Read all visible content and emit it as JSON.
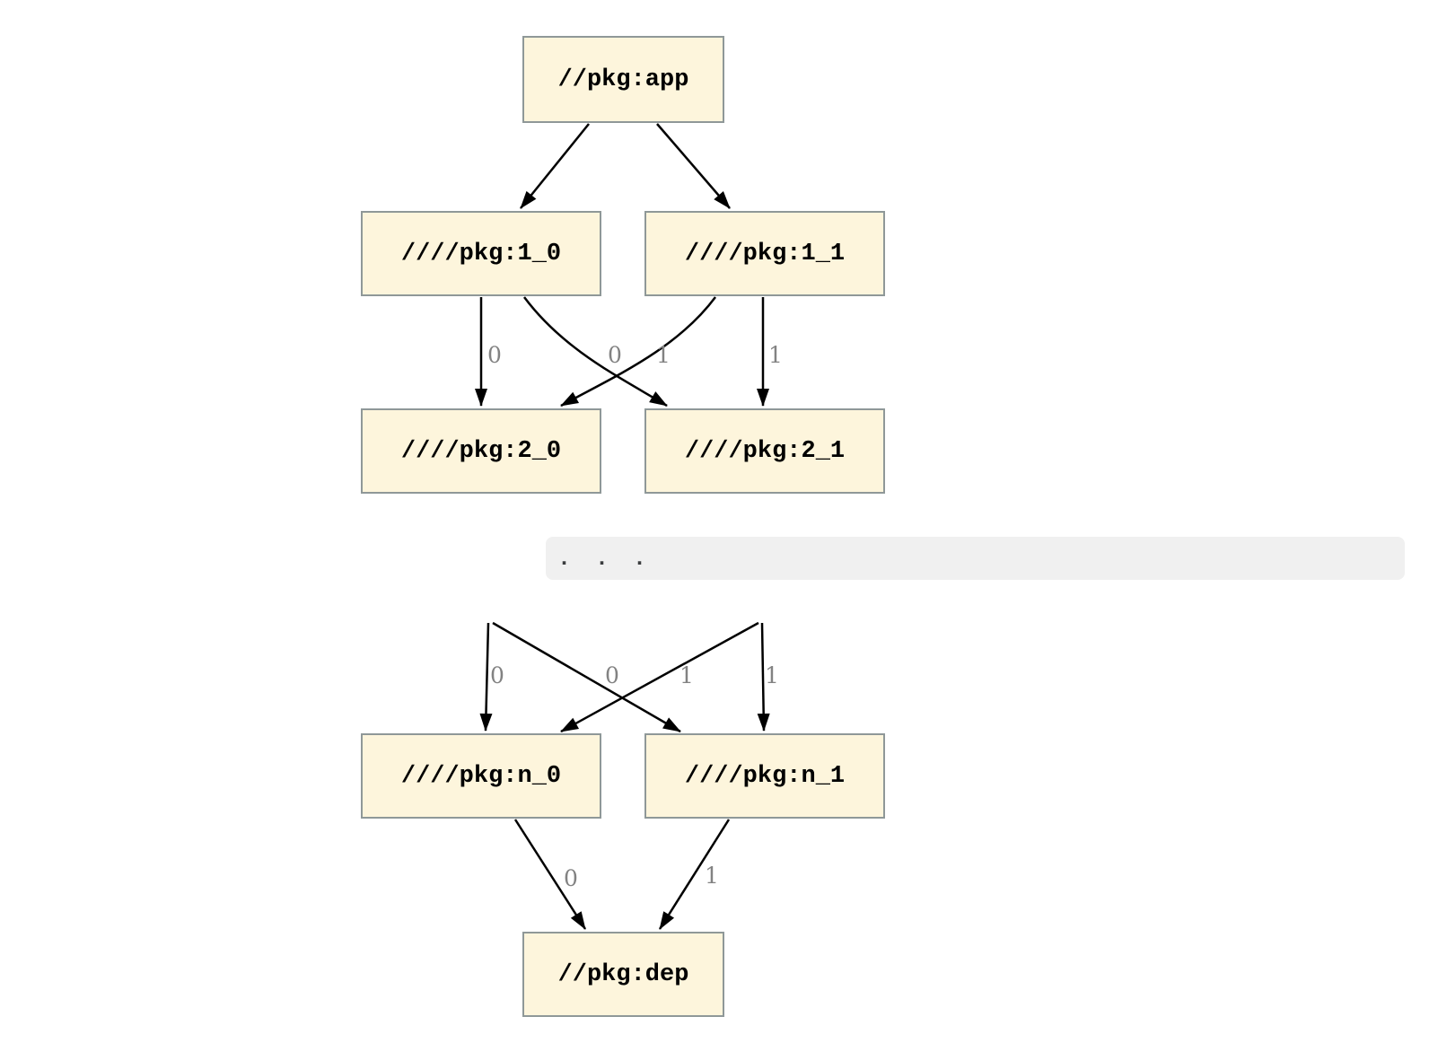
{
  "diagram": {
    "kind": "package-dependency-graph",
    "nodes": {
      "app": {
        "label": "//pkg:app"
      },
      "d1_0": {
        "label": "////pkg:1_0"
      },
      "d1_1": {
        "label": "////pkg:1_1"
      },
      "d2_0": {
        "label": "////pkg:2_0"
      },
      "d2_1": {
        "label": "////pkg:2_1"
      },
      "dn_0": {
        "label": "////pkg:n_0"
      },
      "dn_1": {
        "label": "////pkg:n_1"
      },
      "dep": {
        "label": "//pkg:dep"
      }
    },
    "edges": [
      {
        "from": "//pkg:app",
        "to": "////pkg:1_0",
        "label": ""
      },
      {
        "from": "//pkg:app",
        "to": "////pkg:1_1",
        "label": ""
      },
      {
        "from": "////pkg:1_0",
        "to": "////pkg:2_0",
        "label": "0"
      },
      {
        "from": "////pkg:1_0",
        "to": "////pkg:2_1",
        "label": "1"
      },
      {
        "from": "////pkg:1_1",
        "to": "////pkg:2_0",
        "label": "0"
      },
      {
        "from": "////pkg:1_1",
        "to": "////pkg:2_1",
        "label": "1"
      },
      {
        "from": "...",
        "to": "////pkg:n_0",
        "label": "0"
      },
      {
        "from": "...",
        "to": "////pkg:n_1",
        "label": "1"
      },
      {
        "from": "...",
        "to": "////pkg:n_0",
        "label": "0"
      },
      {
        "from": "...",
        "to": "////pkg:n_1",
        "label": "1"
      },
      {
        "from": "////pkg:n_0",
        "to": "//pkg:dep",
        "label": "0"
      },
      {
        "from": "////pkg:n_1",
        "to": "//pkg:dep",
        "label": "1"
      }
    ],
    "separator": {
      "text": ". . ."
    },
    "colors": {
      "background": "#ffffff",
      "node_fill": "#fdf5dc",
      "node_border": "#8f9898",
      "edge": "#000000",
      "edge_label": "#828282",
      "separator_bg": "#f0f0f0",
      "separator_text": "#3a3c3e"
    }
  }
}
